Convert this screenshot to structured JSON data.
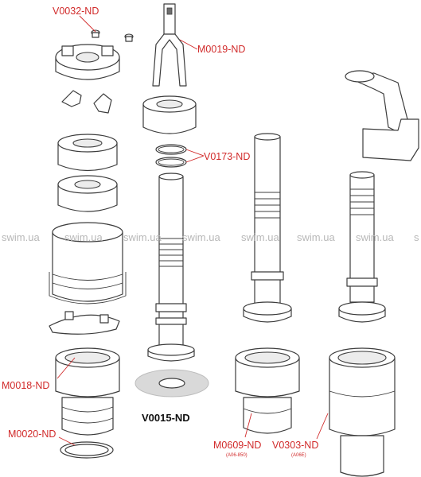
{
  "labels": {
    "v0032": "V0032-ND",
    "m0019": "M0019-ND",
    "v0173": "V0173-ND",
    "m0018": "M0018-ND",
    "m0020": "M0020-ND",
    "v0015": "V0015-ND",
    "m0609": "M0609-ND",
    "m0609_sub": "(A06-850)",
    "v0303": "V0303-ND",
    "v0303_sub": "(A06E)"
  },
  "watermark": [
    "swim.ua",
    "swim.ua",
    "swim.ua",
    "swim.ua",
    "swim.ua",
    "swim.ua",
    "swim.ua",
    "s"
  ],
  "colors": {
    "label": "#d12a2a",
    "outline": "#3c3c3c",
    "watermark": "#b8b8b8",
    "washer": "#d9d9d9"
  }
}
